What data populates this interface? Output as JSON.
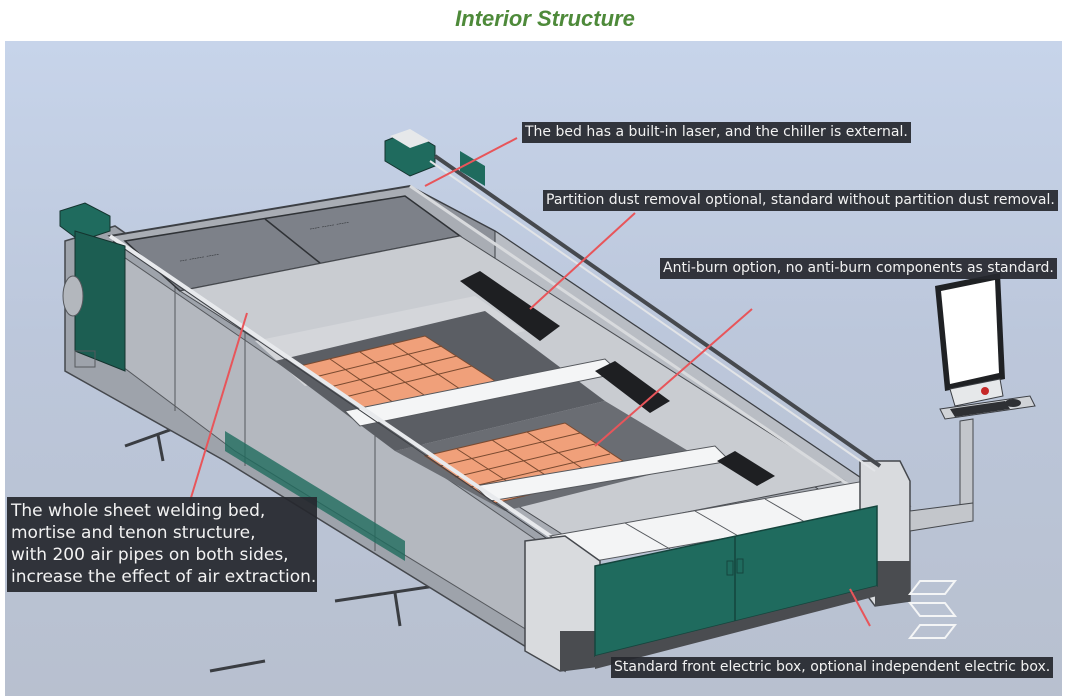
{
  "title": "Interior Structure",
  "colors": {
    "title": "#4e8a3a",
    "leader_line": "#e8555a",
    "callout_bg": "#26282e",
    "callout_text": "#f2f2f2",
    "machine_teal": "#1f6b5e",
    "honeycomb_tiles": "#f0a07a",
    "background": "#c2cde2"
  },
  "illustration": {
    "subject": "laser-cutting-machine-interior",
    "logo_icon": "stacked-parallelograms-logo-icon"
  },
  "callouts": [
    {
      "id": "built-in-laser",
      "text": "The bed has a built-in laser, and the chiller is external."
    },
    {
      "id": "partition-dust",
      "text": "Partition dust removal optional, standard without partition dust removal."
    },
    {
      "id": "anti-burn",
      "text": "Anti-burn option, no anti-burn components as standard."
    },
    {
      "id": "welding-bed",
      "lines": [
        "The whole sheet welding bed,",
        "mortise and tenon structure,",
        "with 200 air pipes on both sides,",
        "increase the effect of air extraction."
      ]
    },
    {
      "id": "electric-box",
      "text": "Standard front electric box, optional independent electric box."
    }
  ]
}
